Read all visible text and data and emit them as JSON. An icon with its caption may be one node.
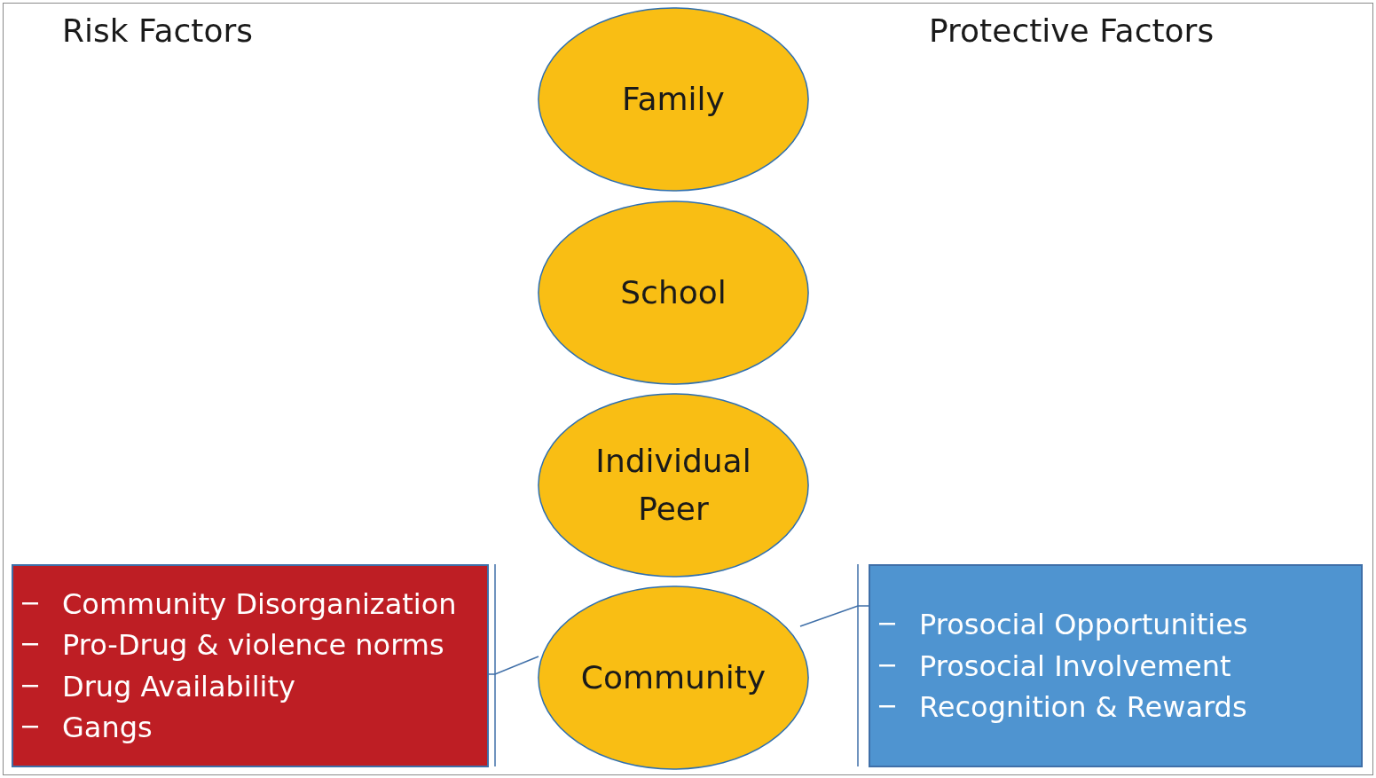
{
  "diagram": {
    "nodes": [
      {
        "text": [
          "Family"
        ]
      },
      {
        "text": [
          "School"
        ]
      },
      {
        "text": [
          "Individual Peer"
        ]
      },
      {
        "text": [
          "Community"
        ]
      },
      {
        "text": [
          "Community Disorganization",
          "Pro-Drug & violence norms",
          "Drug Availability",
          "Gangs"
        ]
      },
      {
        "text": [
          "Prosocial Opportunities",
          "Prosocial Involvement",
          "Recognition & Rewards"
        ]
      }
    ],
    "edges": [
      {
        "from": 3,
        "to": 4,
        "arrow": "none"
      },
      {
        "from": 3,
        "to": 5,
        "arrow": "none"
      }
    ],
    "labels": [
      "Risk Factors",
      "Protective Factors"
    ]
  }
}
